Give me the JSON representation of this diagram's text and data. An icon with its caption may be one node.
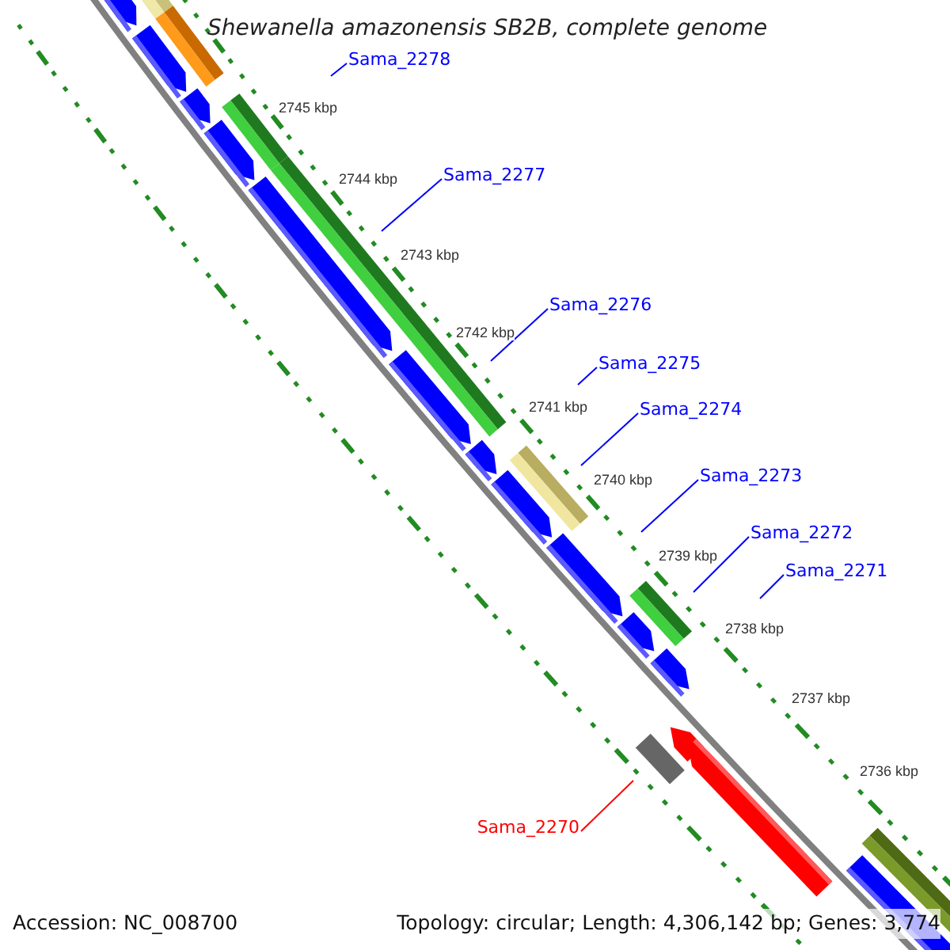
{
  "diagram": {
    "title": "Shewanella amazonensis SB2B, complete genome",
    "nodes": [
      {
        "text": [
          "Sama_2278"
        ]
      },
      {
        "text": [
          "Sama_2277"
        ]
      },
      {
        "text": [
          "Sama_2276"
        ]
      },
      {
        "text": [
          "Sama_2275"
        ]
      },
      {
        "text": [
          "Sama_2274"
        ]
      },
      {
        "text": [
          "Sama_2273"
        ]
      },
      {
        "text": [
          "Sama_2272"
        ]
      },
      {
        "text": [
          "Sama_2271"
        ]
      },
      {
        "text": [
          "Sama_2270"
        ]
      }
    ],
    "edges": [
      {
        "from": 0,
        "to": null,
        "arrow": "none"
      },
      {
        "from": 1,
        "to": null,
        "arrow": "none"
      },
      {
        "from": 2,
        "to": null,
        "arrow": "none"
      },
      {
        "from": 3,
        "to": null,
        "arrow": "none"
      },
      {
        "from": 4,
        "to": null,
        "arrow": "none"
      },
      {
        "from": 5,
        "to": null,
        "arrow": "none"
      },
      {
        "from": 6,
        "to": null,
        "arrow": "none"
      },
      {
        "from": 7,
        "to": null,
        "arrow": "none"
      },
      {
        "from": 8,
        "to": null,
        "arrow": "none",
        "color": "#ff0000"
      }
    ],
    "labels": [
      "2745 kbp",
      "2744 kbp",
      "2743 kbp",
      "2742 kbp",
      "2741 kbp",
      "2740 kbp",
      "2739 kbp",
      "2738 kbp",
      "2737 kbp",
      "2736 kbp",
      "Accession: NC_008700",
      "Topology: circular; Length: 4,306,142 bp; Genes: 3,774"
    ]
  }
}
